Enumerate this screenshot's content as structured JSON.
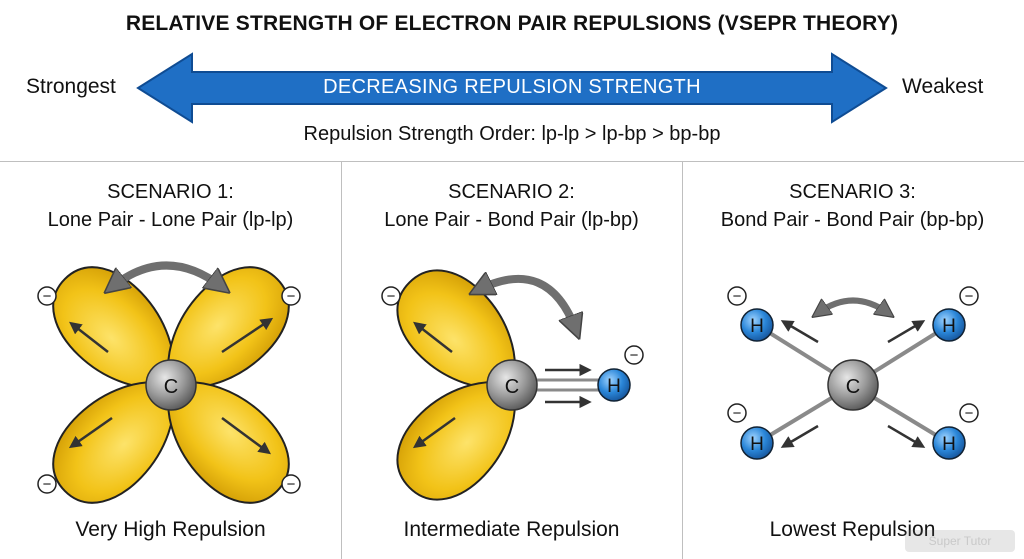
{
  "title": "RELATIVE STRENGTH OF ELECTRON PAIR REPULSIONS (VSEPR THEORY)",
  "scale": {
    "left_label": "Strongest",
    "right_label": "Weakest",
    "arrow_label": "DECREASING REPULSION STRENGTH",
    "order_text": "Repulsion Strength Order: lp-lp > lp-bp > bp-bp"
  },
  "colors": {
    "arrow_blue": "#1f6fc5",
    "lone_pair_yellow": "#f2c318",
    "hydrogen_blue": "#2a86d8",
    "carbon_gray": "#8d8d8d"
  },
  "atoms": {
    "carbon": "C",
    "hydrogen": "H",
    "charge": "−"
  },
  "scenarios": [
    {
      "title": "SCENARIO 1:",
      "subtitle": "Lone Pair - Lone Pair (lp-lp)",
      "result": "Very High Repulsion"
    },
    {
      "title": "SCENARIO 2:",
      "subtitle": "Lone Pair - Bond Pair (lp-bp)",
      "result": "Intermediate Repulsion"
    },
    {
      "title": "SCENARIO 3:",
      "subtitle": "Bond Pair - Bond Pair (bp-bp)",
      "result": "Lowest Repulsion"
    }
  ],
  "watermark": "Super Tutor"
}
